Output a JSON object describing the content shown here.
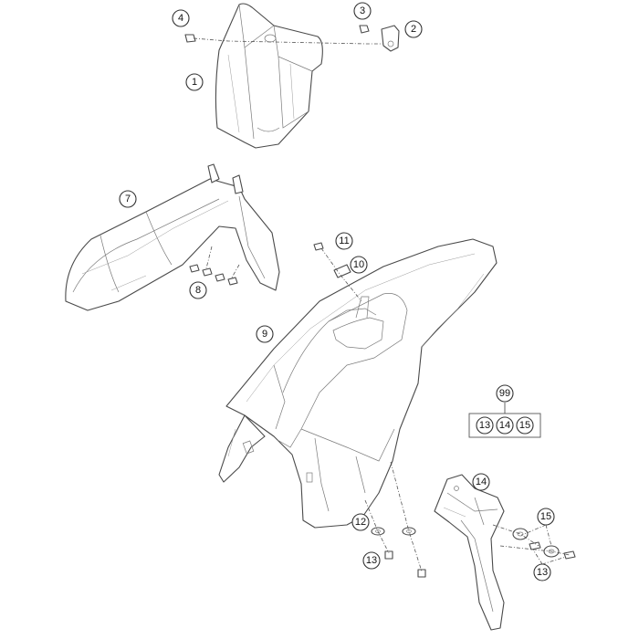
{
  "callouts": {
    "c1": "1",
    "c2": "2",
    "c3": "3",
    "c4": "4",
    "c7": "7",
    "c8": "8",
    "c9": "9",
    "c10": "10",
    "c11": "11",
    "c12": "12",
    "c13a": "13",
    "c13b": "13",
    "c14": "14",
    "c15": "15"
  },
  "kit": {
    "number": "99",
    "items": [
      "13",
      "14",
      "15"
    ]
  },
  "colors": {
    "line": "#4a4a4a",
    "background": "#ffffff"
  }
}
